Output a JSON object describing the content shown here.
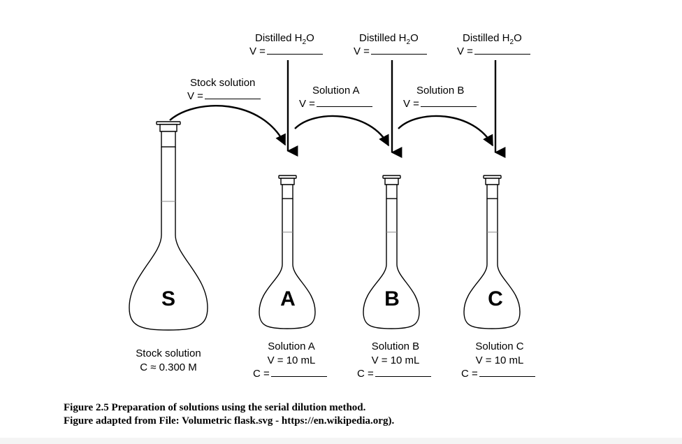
{
  "water_additions": [
    {
      "label": "Distilled H",
      "sub": "2",
      "suffix": "O",
      "v_label": "V ="
    },
    {
      "label": "Distilled H",
      "sub": "2",
      "suffix": "O",
      "v_label": "V ="
    },
    {
      "label": "Distilled H",
      "sub": "2",
      "suffix": "O",
      "v_label": "V ="
    }
  ],
  "transfers": [
    {
      "label": "Stock solution",
      "v_label": "V ="
    },
    {
      "label": "Solution A",
      "v_label": "V ="
    },
    {
      "label": "Solution B",
      "v_label": "V ="
    }
  ],
  "flasks": [
    {
      "letter": "S",
      "name": "Stock solution",
      "line2": "C ≈ 0.300 M",
      "c_label": ""
    },
    {
      "letter": "A",
      "name": "Solution A",
      "line2": "V = 10 mL",
      "c_label": "C ="
    },
    {
      "letter": "B",
      "name": "Solution B",
      "line2": "V = 10 mL",
      "c_label": "C ="
    },
    {
      "letter": "C",
      "name": "Solution C",
      "line2": "V = 10 mL",
      "c_label": "C ="
    }
  ],
  "caption": {
    "line1": "Figure 2.5 Preparation of solutions using the serial dilution method.",
    "line2": "Figure adapted from File: Volumetric flask.svg - https://en.wikipedia.org)."
  }
}
